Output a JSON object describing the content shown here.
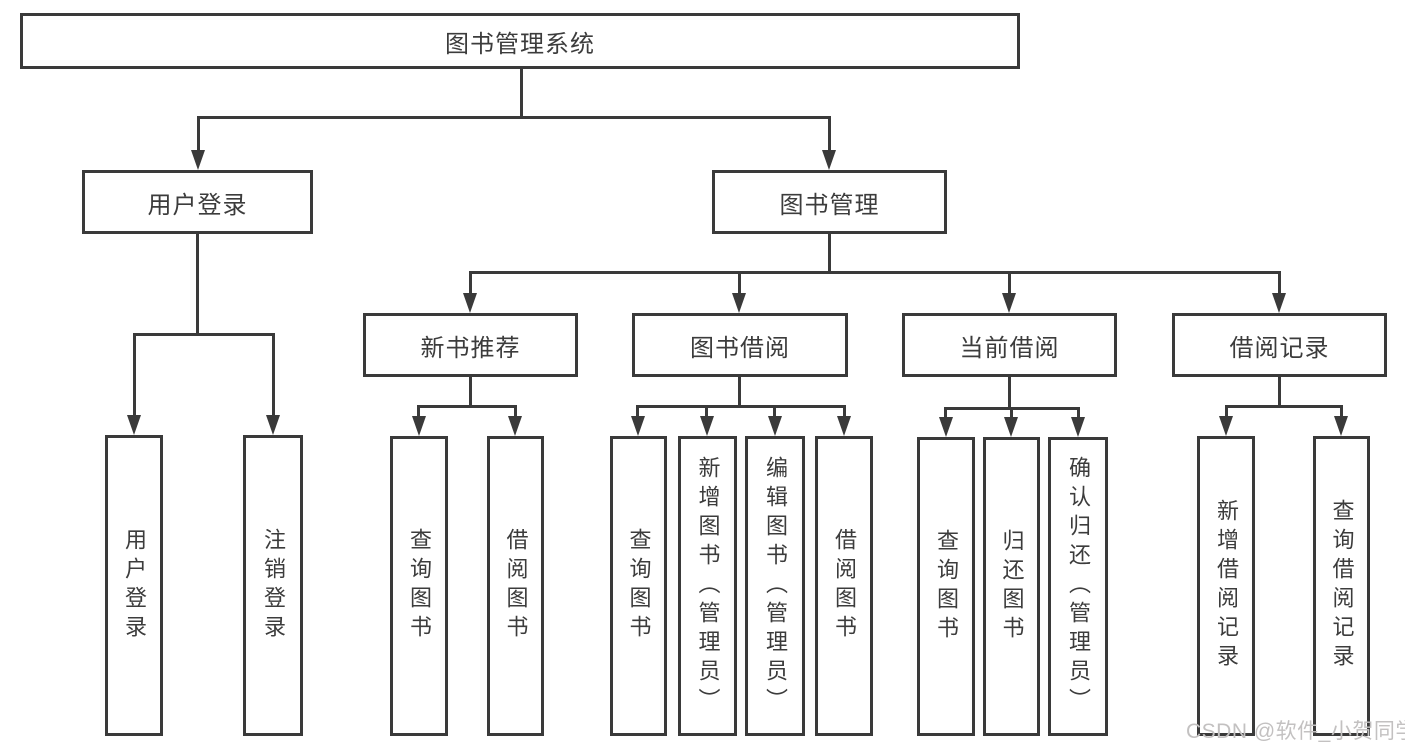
{
  "tree": {
    "label": "图书管理系统",
    "children": [
      {
        "label": "用户登录",
        "children": [
          {
            "label": "用户登录"
          },
          {
            "label": "注销登录"
          }
        ]
      },
      {
        "label": "图书管理",
        "children": [
          {
            "label": "新书推荐",
            "children": [
              {
                "label": "查询图书"
              },
              {
                "label": "借阅图书"
              }
            ]
          },
          {
            "label": "图书借阅",
            "children": [
              {
                "label": "查询图书"
              },
              {
                "label": "新增图书（管理员）"
              },
              {
                "label": "编辑图书（管理员）"
              },
              {
                "label": "借阅图书"
              }
            ]
          },
          {
            "label": "当前借阅",
            "children": [
              {
                "label": "查询图书"
              },
              {
                "label": "归还图书"
              },
              {
                "label": "确认归还（管理员）"
              }
            ]
          },
          {
            "label": "借阅记录",
            "children": [
              {
                "label": "新增借阅记录"
              },
              {
                "label": "查询借阅记录"
              }
            ]
          }
        ]
      }
    ]
  },
  "watermark": {
    "text": "CSDN @软件_小贺同学"
  },
  "colors": {
    "line": "#3a3a3a",
    "text": "#3c3c3c",
    "watermark": "#c3c1c1",
    "background": "#ffffff"
  }
}
